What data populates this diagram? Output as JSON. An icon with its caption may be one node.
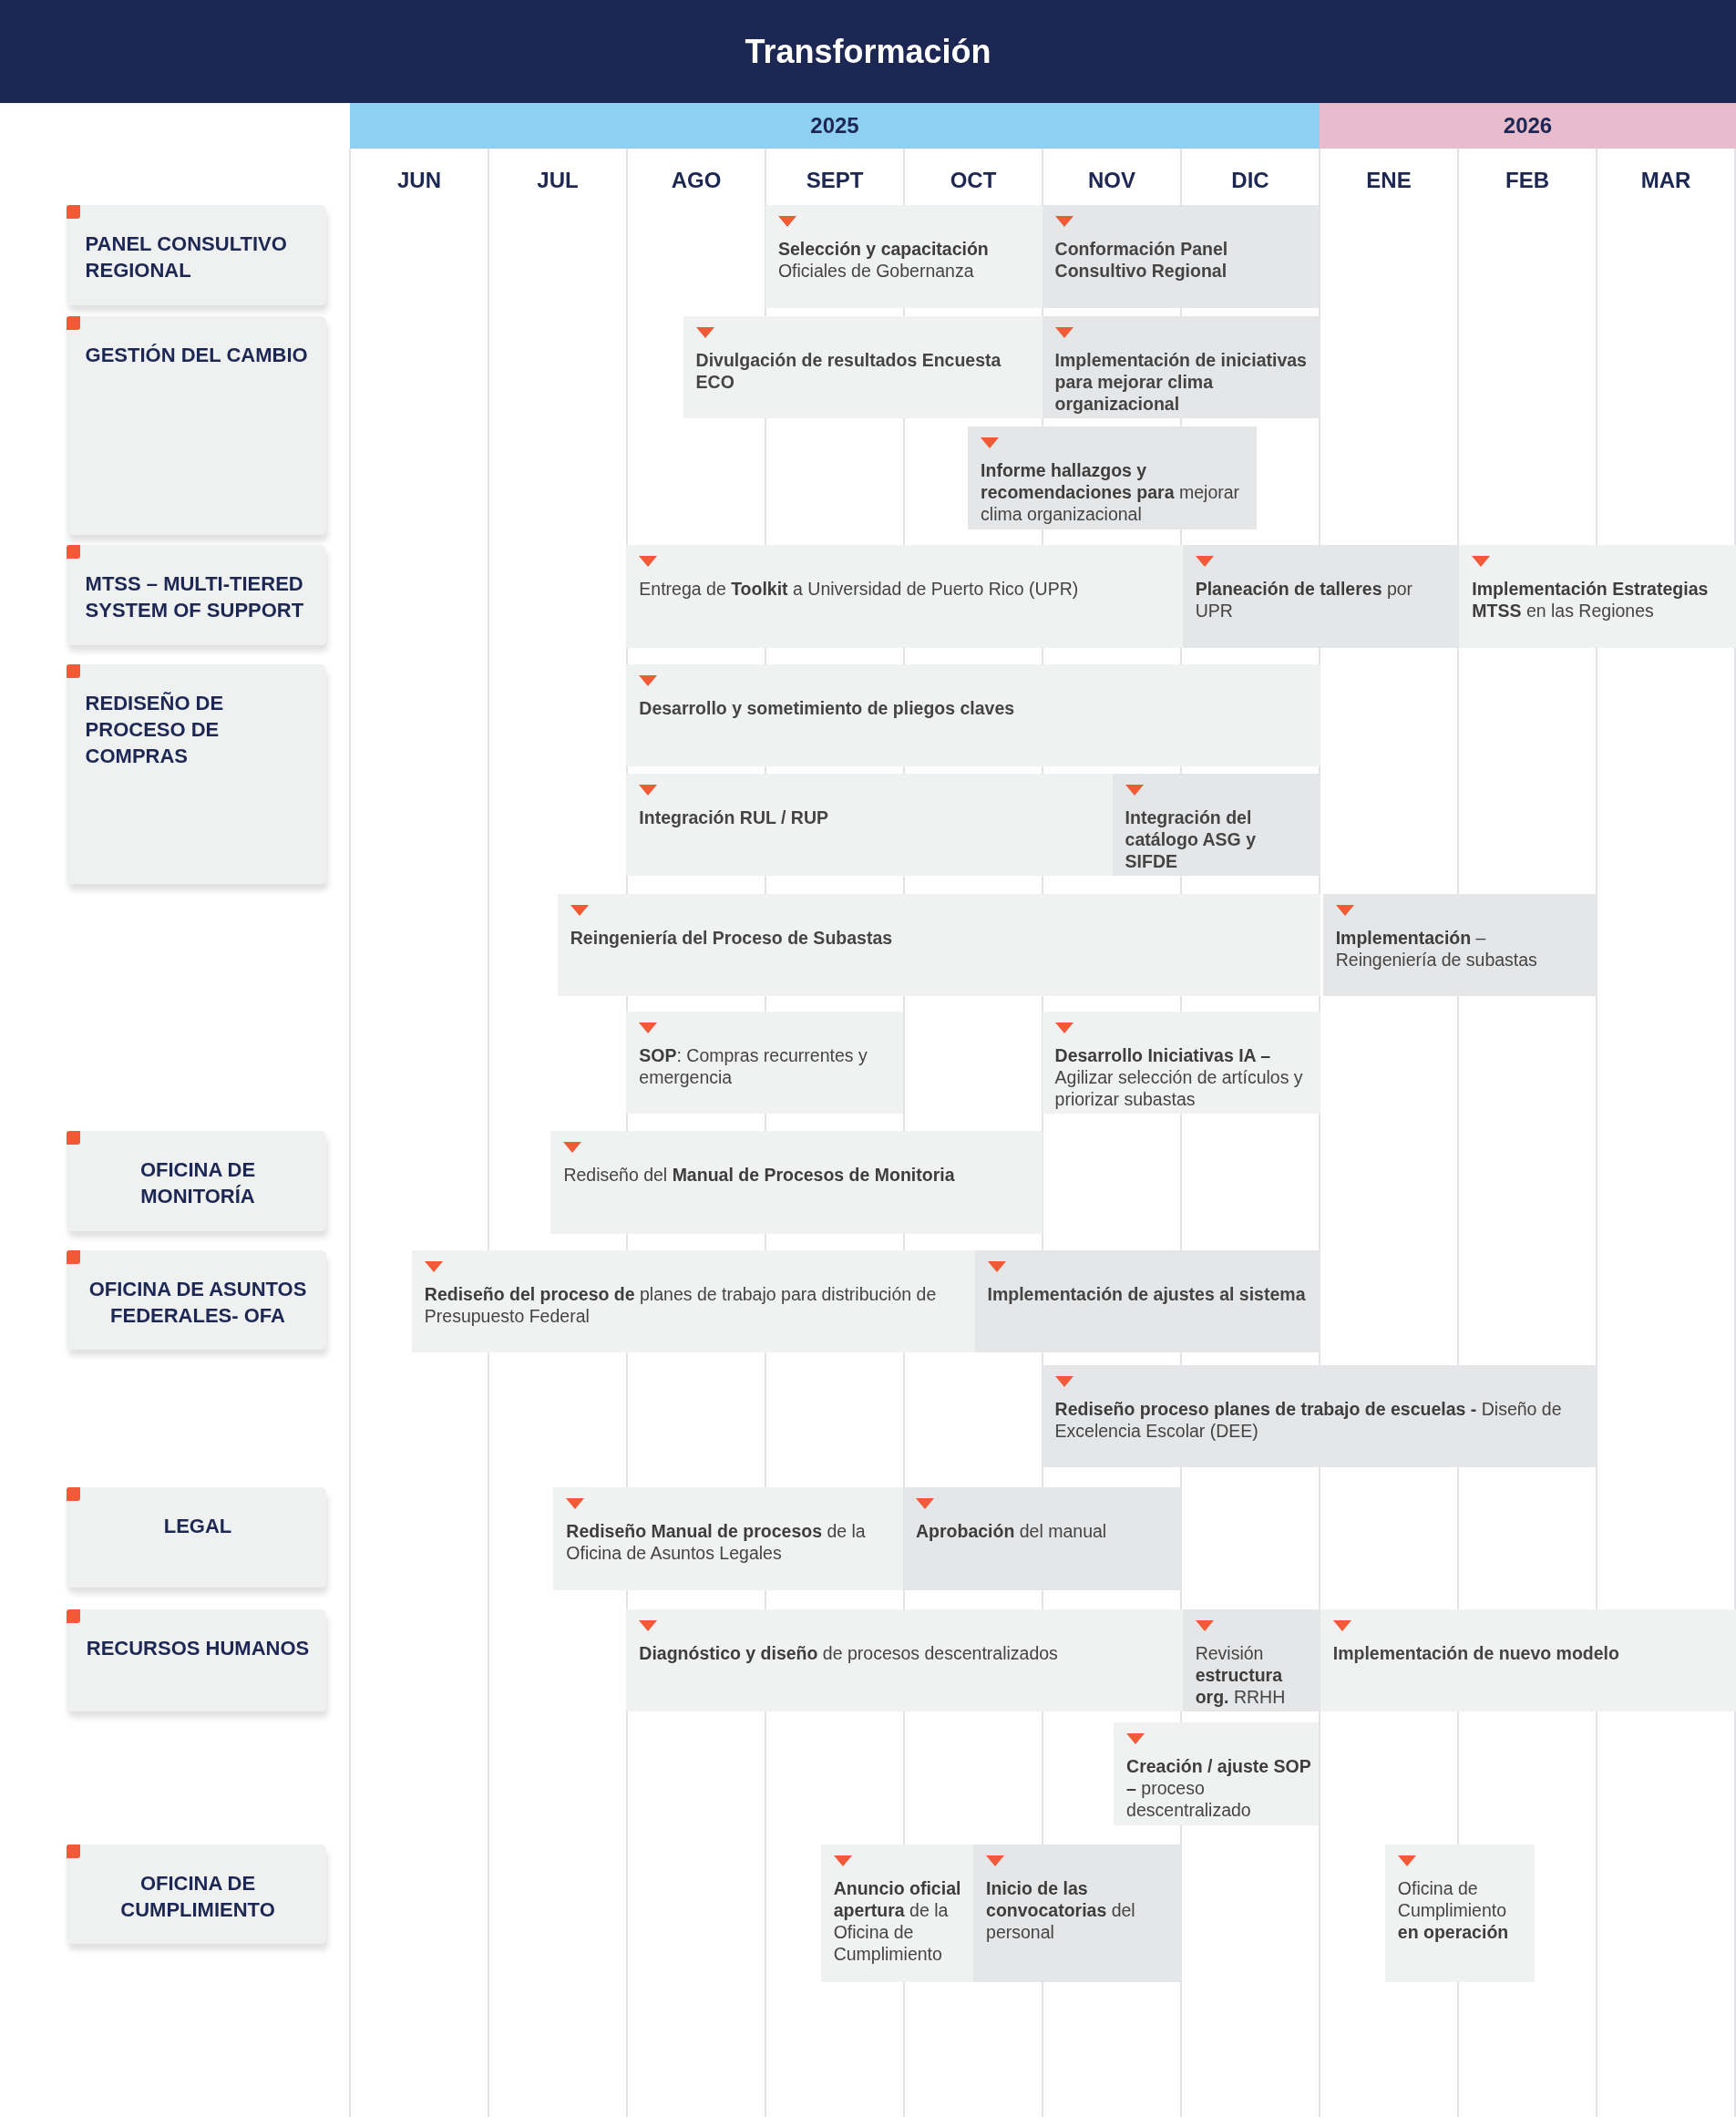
{
  "diagram": {
    "title": "Transformación",
    "nodes": [
      {
        "text": [
          "PANEL CONSULTIVO REGIONAL"
        ]
      },
      {
        "text": [
          "**Selección y capacitación** Oficiales de Gobernanza"
        ]
      },
      {
        "text": [
          "Conformación Panel Consultivo Regional"
        ]
      },
      {
        "text": [
          "GESTIÓN DEL CAMBIO"
        ]
      },
      {
        "text": [
          "Divulgación de resultados Encuesta ECO"
        ]
      },
      {
        "text": [
          "Implementación de iniciativas para mejorar clima organizacional"
        ]
      },
      {
        "text": [
          "**Informe hallazgos y recomendaciones para** mejorar clima organizacional"
        ]
      },
      {
        "text": [
          "MTSS – MULTI-TIERED SYSTEM OF SUPPORT"
        ]
      },
      {
        "text": [
          "Entrega de **Toolkit** a Universidad de Puerto Rico (UPR)"
        ]
      },
      {
        "text": [
          "**Planeación de talleres** por UPR"
        ]
      },
      {
        "text": [
          "**Implementación Estrategias MTSS** en las Regiones"
        ]
      },
      {
        "text": [
          "REDISEÑO DE PROCESO DE COMPRAS"
        ]
      },
      {
        "text": [
          "Desarrollo y sometimiento de pliegos claves"
        ]
      },
      {
        "text": [
          "Integración RUL / RUP"
        ]
      },
      {
        "text": [
          "Integración del catálogo ASG y SIFDE"
        ]
      },
      {
        "text": [
          "Reingeniería del Proceso de Subastas"
        ]
      },
      {
        "text": [
          "**Implementación** – Reingeniería de subastas"
        ]
      },
      {
        "text": [
          "**SOP**: Compras recurrentes y emergencia"
        ]
      },
      {
        "text": [
          "**Desarrollo Iniciativas IA –** Agilizar selección de artículos y priorizar subastas"
        ]
      },
      {
        "text": [
          "OFICINA DE MONITORÍA"
        ]
      },
      {
        "text": [
          "Rediseño del **Manual de Procesos de Monitoria**"
        ]
      },
      {
        "text": [
          "OFICINA DE ASUNTOS FEDERALES- OFA"
        ]
      },
      {
        "text": [
          "**Rediseño del proceso de** planes de trabajo para distribución de Presupuesto Federal"
        ]
      },
      {
        "text": [
          "Implementación de ajustes al sistema"
        ]
      },
      {
        "text": [
          "**Rediseño proceso planes de trabajo de escuelas -** Diseño de Excelencia Escolar (DEE)"
        ]
      },
      {
        "text": [
          "LEGAL"
        ]
      },
      {
        "text": [
          "**Rediseño Manual de procesos** de la Oficina de Asuntos Legales"
        ]
      },
      {
        "text": [
          "**Aprobación** del manual"
        ]
      },
      {
        "text": [
          "RECURSOS HUMANOS"
        ]
      },
      {
        "text": [
          "**Diagnóstico y diseño** de procesos descentralizados"
        ]
      },
      {
        "text": [
          "Revisión **estructura org.** RRHH"
        ]
      },
      {
        "text": [
          "Implementación de nuevo modelo"
        ]
      },
      {
        "text": [
          "**Creación / ajuste SOP –** proceso descentralizado"
        ]
      },
      {
        "text": [
          "OFICINA DE CUMPLIMIENTO"
        ]
      },
      {
        "text": [
          "**Anuncio oficial apertura** de la Oficina de Cumplimiento"
        ]
      },
      {
        "text": [
          "**Inicio de las convocatorias** del personal"
        ]
      },
      {
        "text": [
          "Oficina de Cumplimiento **en operación**"
        ]
      }
    ],
    "labels": [
      "2025",
      "2026",
      "JUN",
      "JUL",
      "AGO",
      "SEPT",
      "OCT",
      "NOV",
      "DIC",
      "ENE",
      "FEB",
      "MAR"
    ]
  }
}
